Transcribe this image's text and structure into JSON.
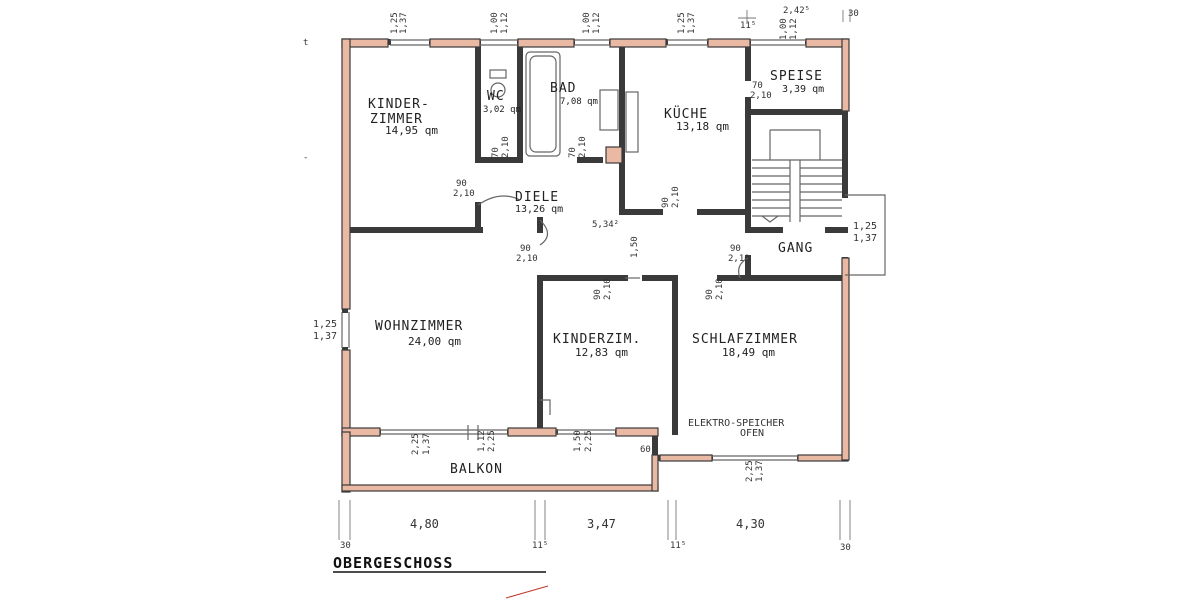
{
  "floor_title": "OBERGESCHOSS",
  "rooms": {
    "kinderzimmer_1": {
      "label_1": "KINDER-",
      "label_2": "ZIMMER",
      "area": "14,95 qm"
    },
    "wc": {
      "label": "WC",
      "area": "3,02 qm"
    },
    "bad": {
      "label": "BAD",
      "area": "7,08 qm"
    },
    "kueche": {
      "label": "KÜCHE",
      "area": "13,18 qm"
    },
    "speise": {
      "label": "SPEISE",
      "area": "3,39 qm"
    },
    "diele": {
      "label": "DIELE",
      "area": "13,26 qm"
    },
    "gang": {
      "label": "GANG"
    },
    "wohnzimmer": {
      "label": "WOHNZIMMER",
      "area": "24,00 qm"
    },
    "kinderzimmer_2": {
      "label": "KINDERZIM.",
      "area": "12,83 qm"
    },
    "schlafzimmer": {
      "label": "SCHLAFZIMMER",
      "area": "18,49 qm"
    },
    "balkon": {
      "label": "BALKON"
    }
  },
  "note_oven_1": "ELEKTRO-SPEICHER",
  "note_oven_2": "OFEN",
  "diele_note": "5,34²",
  "dimensions": {
    "top_125": "1,25",
    "top_137": "1,37",
    "top_100": "1,00",
    "top_112": "1,12",
    "top_100b": "1,00",
    "top_112b": "1,12",
    "top_125b": "1,25",
    "top_137b": "1,37",
    "top_115": "11⁵",
    "top_242": "2,42⁵",
    "top_30": "30",
    "speise_100": "1,00",
    "speise_112": "1,12",
    "left_125": "1,25",
    "left_137": "1,37",
    "right_125": "1,25",
    "right_137": "1,37",
    "d90_a": "90",
    "d210_a": "2,10",
    "d70_a": "70",
    "d210_b": "2,10",
    "d70_b": "70",
    "d210_c": "2,10",
    "d70_c": "70",
    "d210_d": "2,10",
    "d90_b": "90",
    "d210_e": "2,10",
    "d90_c": "90",
    "d210_f": "2,10",
    "d150": "1,50",
    "d90_d": "90",
    "d210_g": "2,10",
    "d90_e": "90",
    "d210_h": "2,10",
    "d90_f": "90",
    "d210_i": "2,10",
    "bottom_225a": "2,25",
    "bottom_137a": "1,37",
    "bottom_112": "1,12",
    "bottom_225b": "2,25",
    "bottom_150": "1,50",
    "bottom_225c": "2,25",
    "bottom_60": "60",
    "bottom_225d": "2,25",
    "bottom_137d": "1,37",
    "span_480": "4,80",
    "span_347": "3,47",
    "span_430": "4,30",
    "foot_30a": "30",
    "foot_115a": "11⁵",
    "foot_115b": "11⁵",
    "foot_30b": "30"
  }
}
